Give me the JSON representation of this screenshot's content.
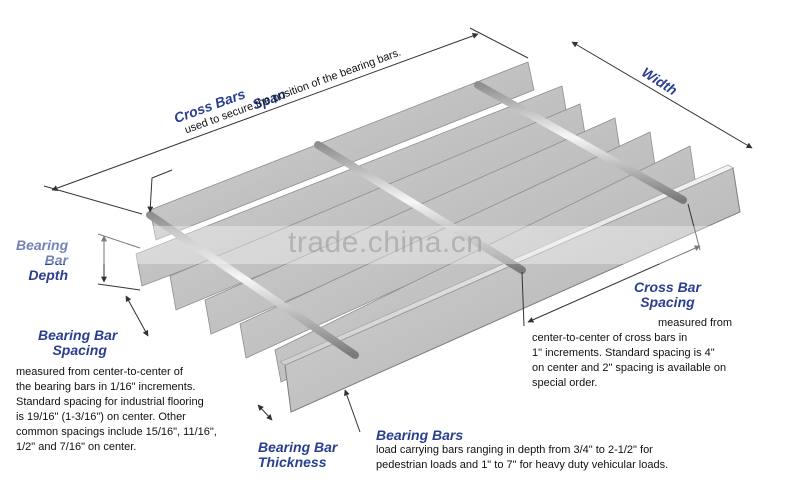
{
  "labels": {
    "span": "Span",
    "width": "Width",
    "cross_bars_title": "Cross Bars",
    "cross_bars_desc": "used to secure the position of the bearing bars.",
    "bearing_bar_depth_1": "Bearing",
    "bearing_bar_depth_2": "Bar",
    "bearing_bar_depth_3": "Depth",
    "bearing_bar_spacing_1": "Bearing Bar",
    "bearing_bar_spacing_2": "Spacing",
    "bearing_bar_spacing_desc": [
      "measured from center-to-center of",
      "the bearing bars in 1/16\" increments.",
      "Standard spacing for industrial flooring",
      "is 19/16\" (1-3/16\") on center.  Other",
      "common spacings include 15/16\", 11/16\",",
      "1/2\" and 7/16\" on center."
    ],
    "cross_bar_spacing_1": "Cross Bar",
    "cross_bar_spacing_2": "Spacing",
    "cross_bar_spacing_desc": [
      "measured from",
      "center-to-center of cross bars in",
      "1\" increments. Standard spacing is 4\"",
      "on center and 2\" spacing is available on",
      "special order."
    ],
    "bearing_bar_thickness_1": "Bearing Bar",
    "bearing_bar_thickness_2": "Thickness",
    "bearing_bars_title": "Bearing Bars",
    "bearing_bars_desc": [
      "load carrying bars ranging in depth from 3/4\" to 2-1/2\" for",
      "pedestrian loads and 1\" to 7\" for heavy duty vehicular loads."
    ]
  },
  "watermark": "trade.china.cn",
  "colors": {
    "label_blue": "#2a3f8f",
    "dimension_line": "#333333",
    "steel_light": "#e6e6e6",
    "steel_dark": "#a9a9a9"
  }
}
